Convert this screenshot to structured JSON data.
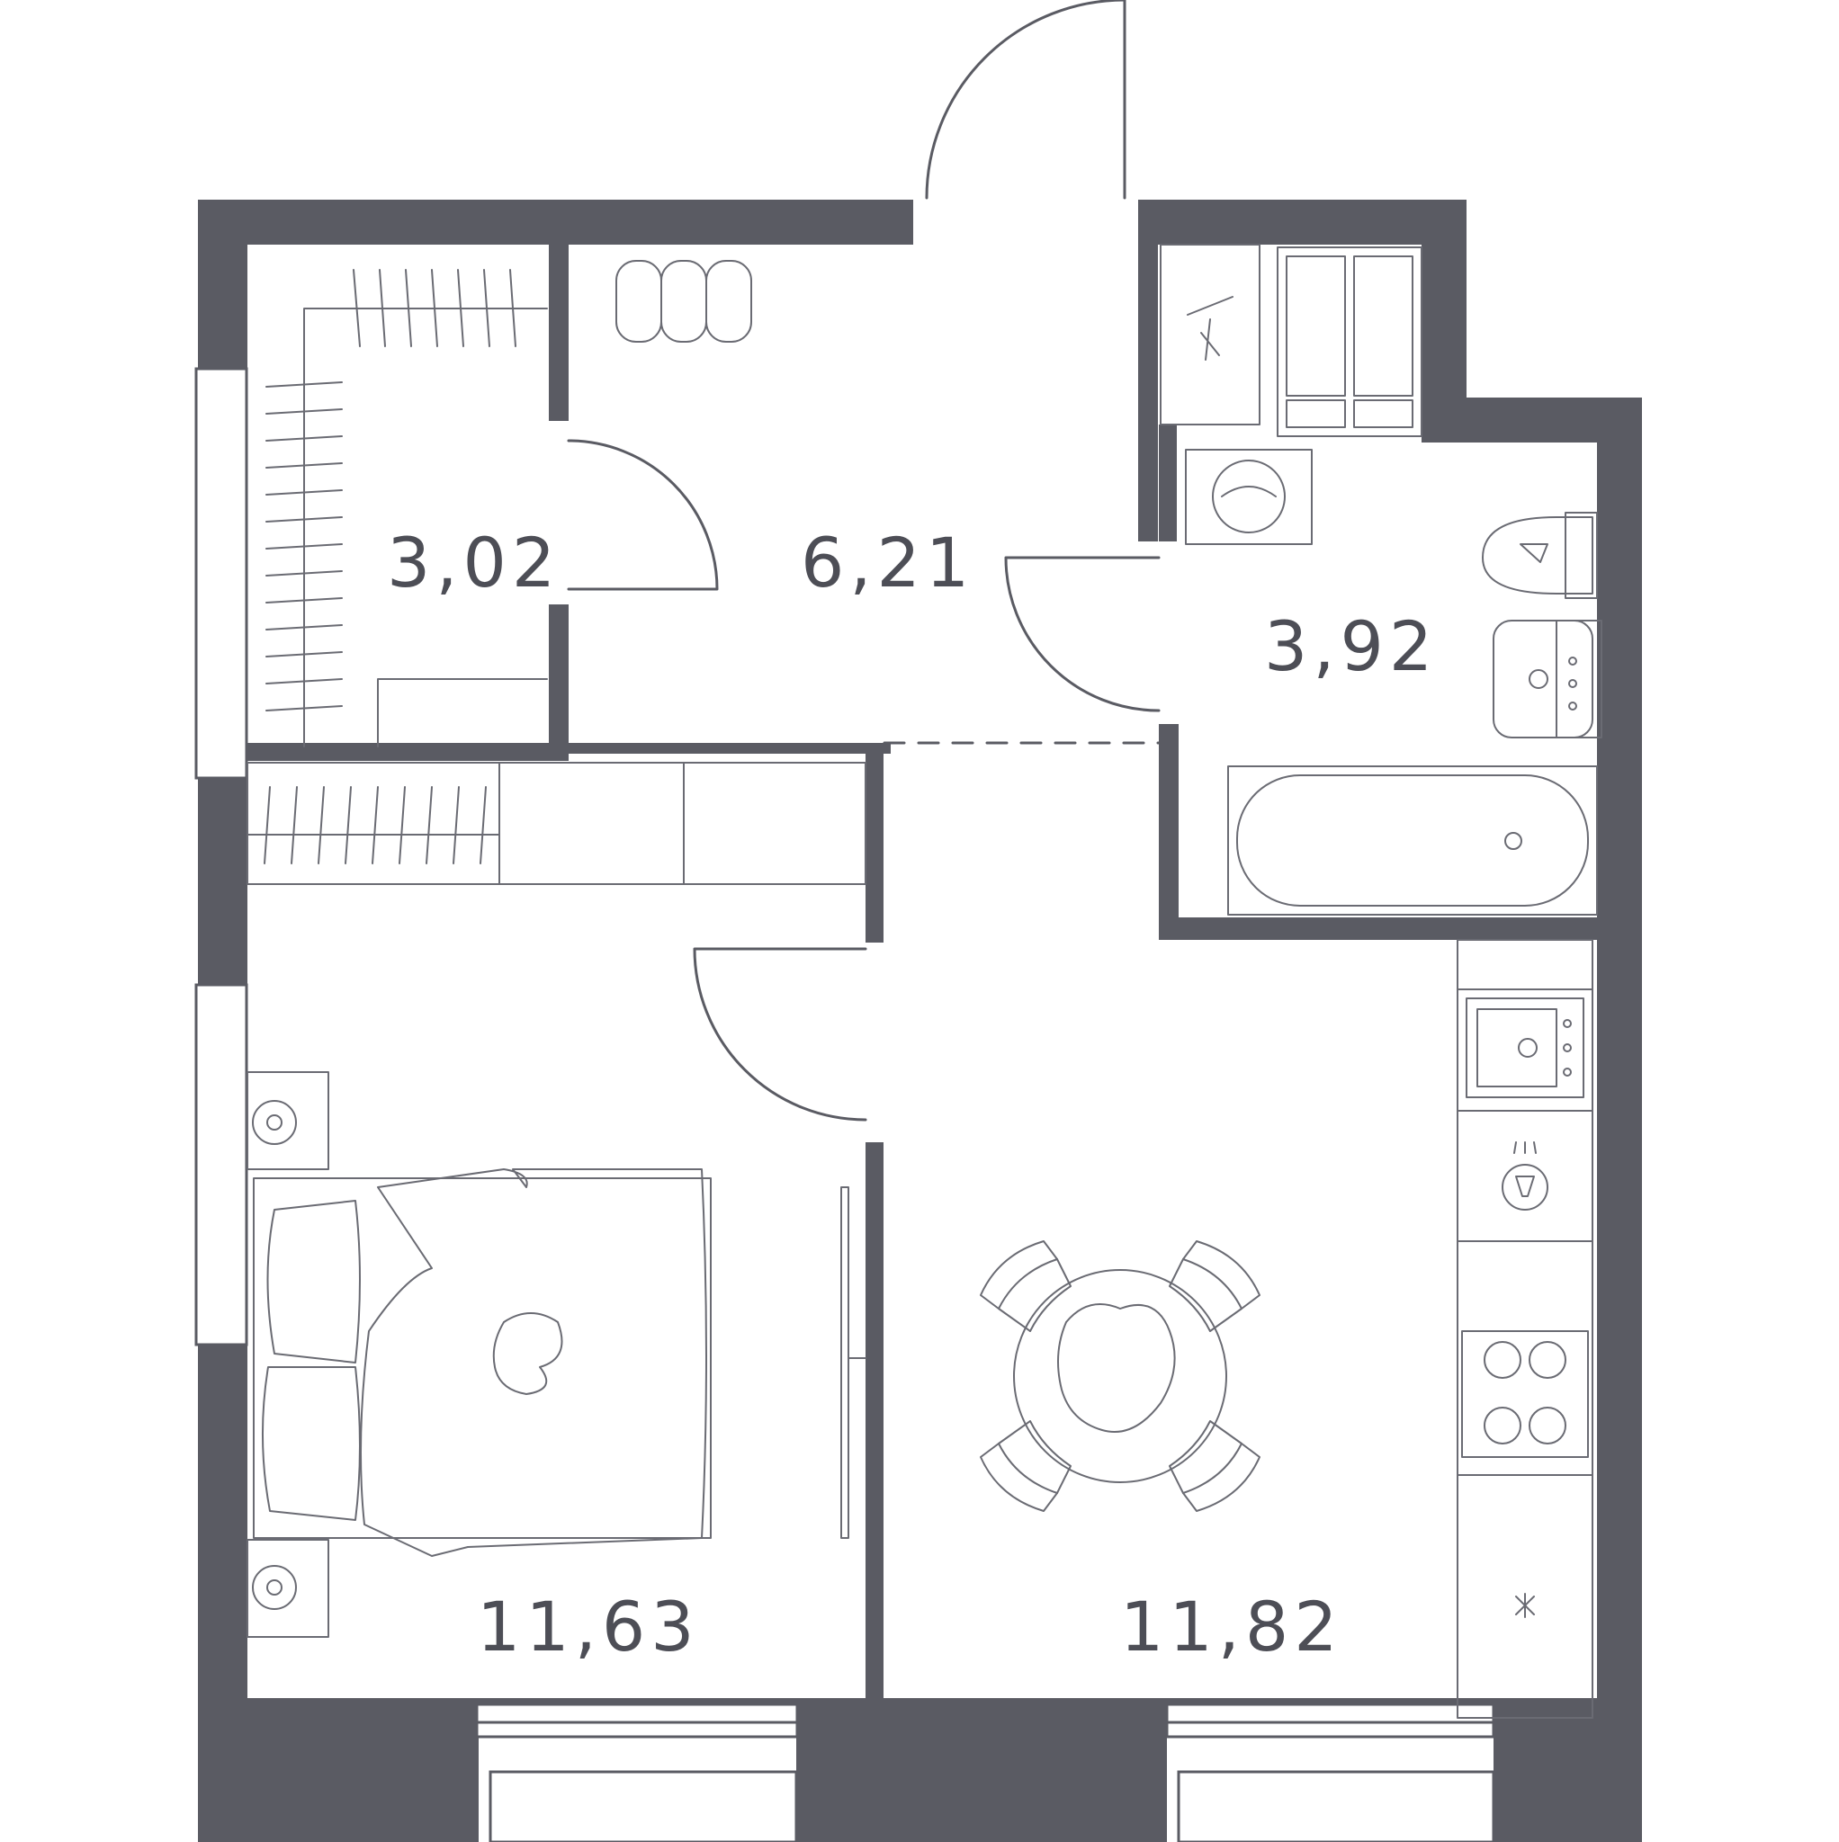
{
  "floor_plan": {
    "rooms": [
      {
        "id": "wardrobe",
        "area": "3,02"
      },
      {
        "id": "hallway",
        "area": "6,21"
      },
      {
        "id": "bathroom",
        "area": "3,92"
      },
      {
        "id": "bedroom",
        "area": "11,63"
      },
      {
        "id": "kitchen-living",
        "area": "11,82"
      }
    ]
  }
}
